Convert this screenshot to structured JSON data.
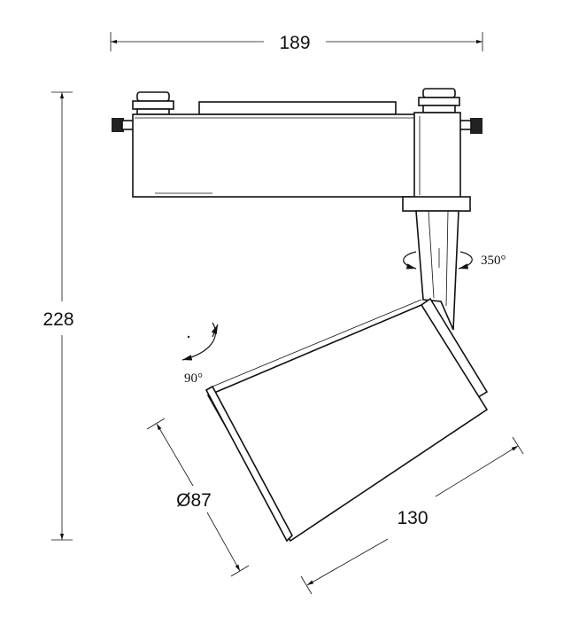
{
  "dimensions": {
    "width": "189",
    "height": "228",
    "diameter": "Ø87",
    "length": "130"
  },
  "angles": {
    "rotation": "350°",
    "tilt": "90°"
  }
}
